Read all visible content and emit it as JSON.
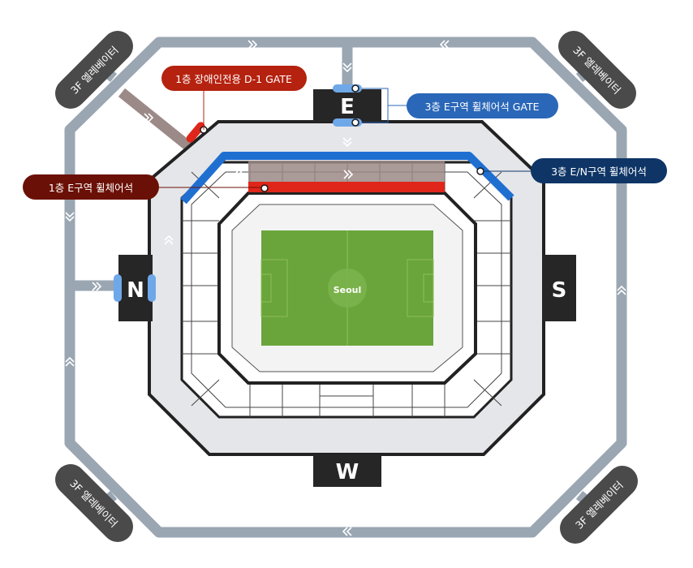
{
  "gates": {
    "north": "N",
    "south": "S",
    "east": "E",
    "west": "W"
  },
  "elevators": {
    "top_left": "3F 엘레베이터",
    "top_right": "3F 엘레베이터",
    "bottom_left": "3F 엘레베이터",
    "bottom_right": "3F 엘레베이터"
  },
  "callouts": {
    "accessible_gate": "1층 장애인전용 D-1 GATE",
    "third_floor_gate": "3층 E구역 휠체어석 GATE",
    "first_floor_seats": "1층 E구역 휠체어석",
    "third_floor_seats": "3층 E/N구역 휠체어석"
  },
  "logo": "Seoul",
  "colors": {
    "corridor": "#9aa6b2",
    "concourse": "#e5e6ea",
    "seat_lines": "#2b2b2b",
    "pitch": "#6aa53b",
    "gate_box": "#262626",
    "third_floor_blue": "#1f6fd1",
    "first_floor_red": "#e0261a",
    "route_brown": "#9b8a87",
    "dark_red_callout": "#6b1006",
    "red_callout": "#b5220f",
    "blue_callout": "#2a67b8",
    "navy_callout": "#0e3566",
    "elevator_badge": "#4a4a4a"
  },
  "icons": [
    "chevron-right-double-icon",
    "chevron-left-double-icon",
    "chevron-down-double-icon",
    "chevron-up-double-icon",
    "location-pin-icon"
  ]
}
